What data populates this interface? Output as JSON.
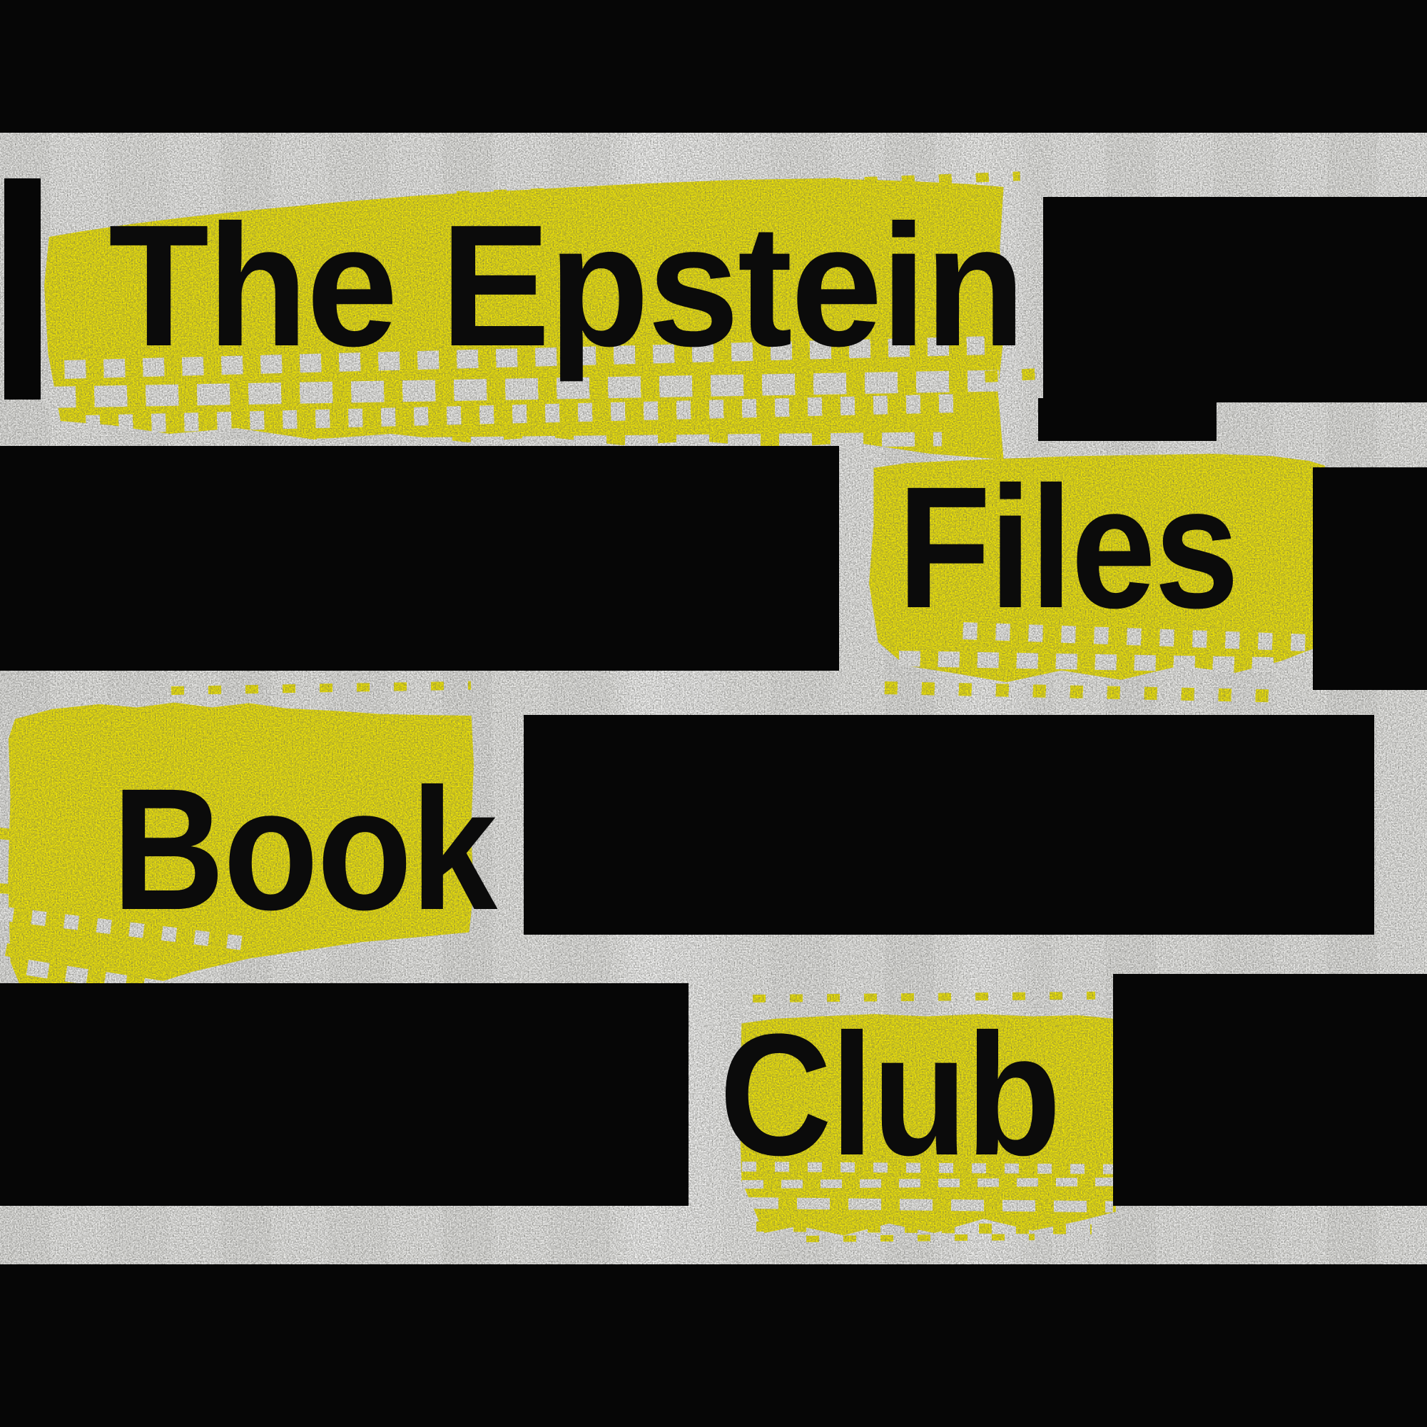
{
  "cover": {
    "title_full": "The Epstein Files Book Club",
    "words": [
      {
        "id": "line-1",
        "text": "The Epstein"
      },
      {
        "id": "line-2",
        "text": "Files"
      },
      {
        "id": "line-3",
        "text": "Book"
      },
      {
        "id": "line-4",
        "text": "Club"
      }
    ],
    "style": {
      "highlighter_yellow": "#f1e604",
      "redaction_black": "#060606",
      "paper_white": "#efefed",
      "ink_black": "#0b0b0b"
    }
  }
}
